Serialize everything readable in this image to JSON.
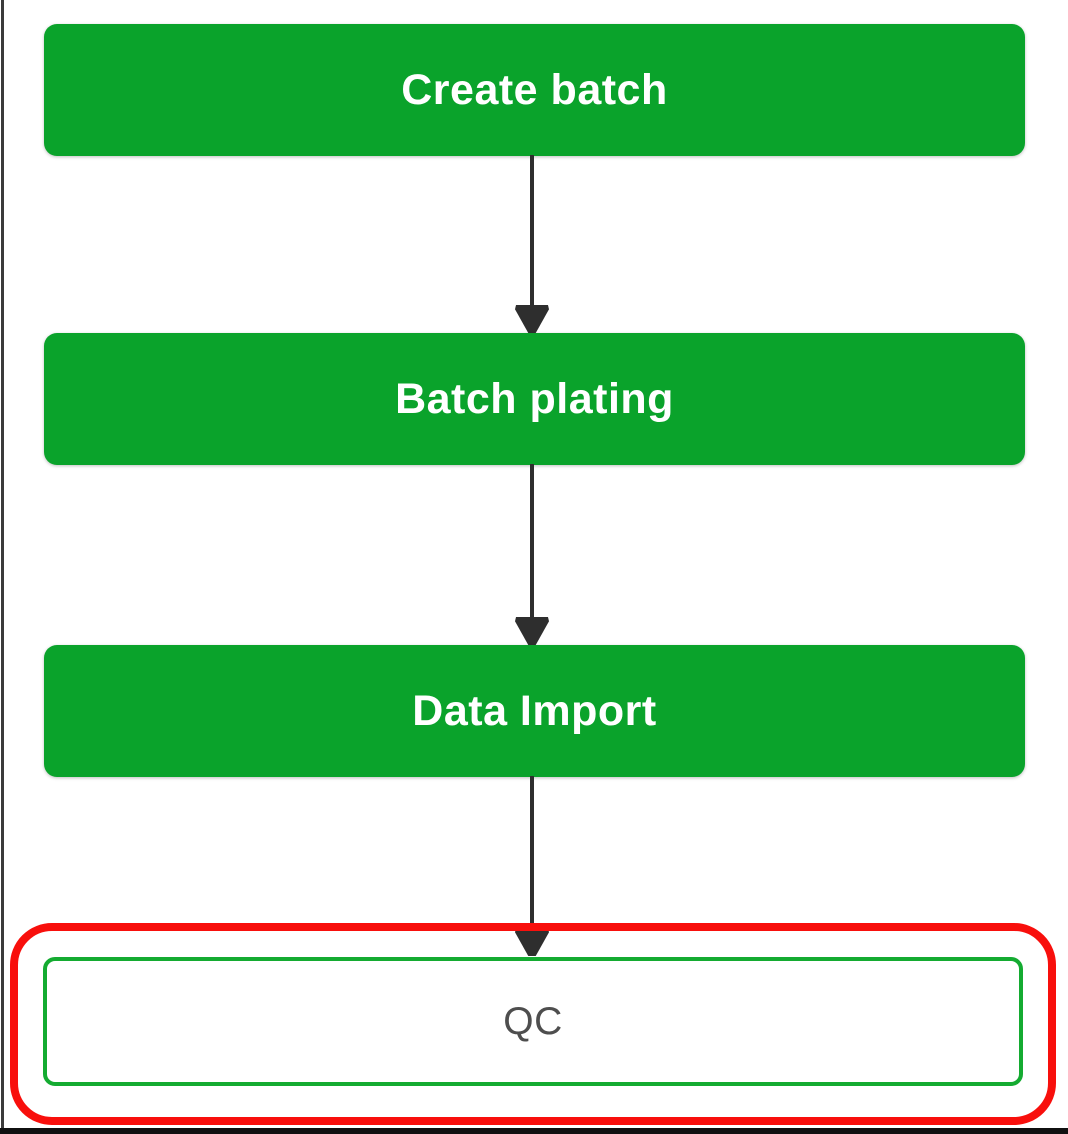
{
  "diagram": {
    "nodes": [
      {
        "id": "create-batch",
        "label": "Create batch",
        "style": "green-filled"
      },
      {
        "id": "batch-plating",
        "label": "Batch plating",
        "style": "green-filled"
      },
      {
        "id": "data-import",
        "label": "Data Import",
        "style": "green-filled"
      },
      {
        "id": "qc",
        "label": "QC",
        "style": "white-outlined",
        "highlighted": true
      }
    ],
    "connections": [
      {
        "from": "create-batch",
        "to": "batch-plating"
      },
      {
        "from": "batch-plating",
        "to": "data-import"
      },
      {
        "from": "data-import",
        "to": "qc"
      }
    ],
    "annotation": {
      "type": "target-highlight-box",
      "around": "qc"
    },
    "colors": {
      "node_green": "#0aa32b",
      "qc_border_green": "#14ab31",
      "qc_text": "#4e4e4e",
      "arrow": "#2e2e2e",
      "annotation_red": "#f80f0c",
      "frame_left": "#3b3b3b",
      "frame_bottom": "#101010"
    }
  }
}
